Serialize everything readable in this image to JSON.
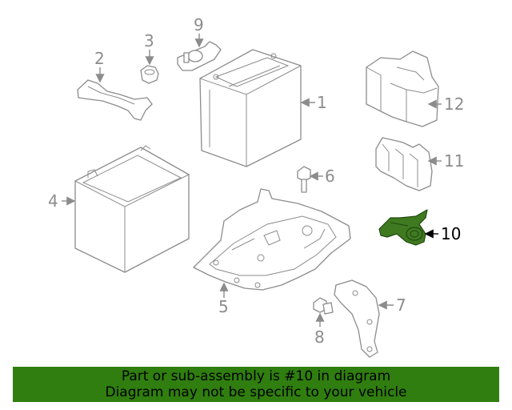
{
  "callouts": {
    "c1": "1",
    "c2": "2",
    "c3": "3",
    "c4": "4",
    "c5": "5",
    "c6": "6",
    "c7": "7",
    "c8": "8",
    "c9": "9",
    "c10": "10",
    "c11": "11",
    "c12": "12"
  },
  "highlight": {
    "part": "10",
    "color": "#3f7a21"
  },
  "banner": {
    "line1": "Part or sub-assembly is #10 in diagram",
    "line2": "Diagram may not be specific to your vehicle",
    "color": "#2f7e0f"
  }
}
